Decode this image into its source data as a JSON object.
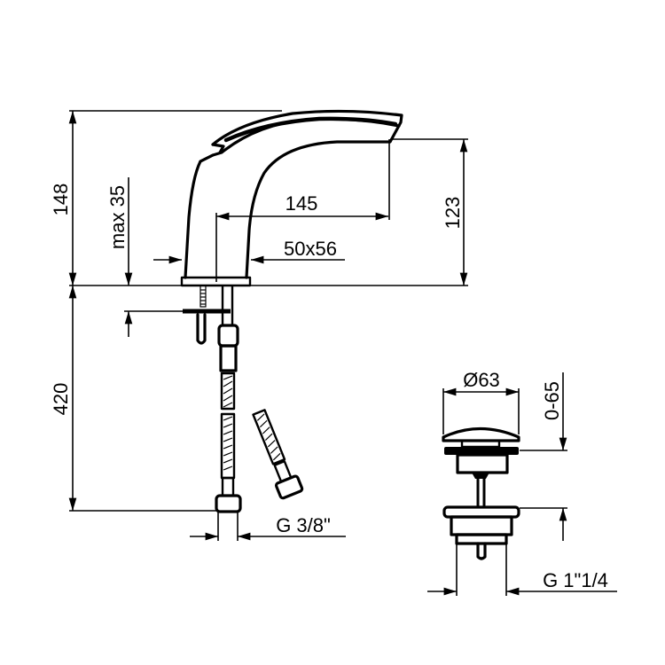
{
  "drawing": {
    "title": "Faucet technical dimension drawing",
    "components": [
      "basin-mixer",
      "flexible-hose",
      "pop-up-waste"
    ],
    "color": "#000000",
    "background": "#ffffff"
  },
  "dimensions": {
    "total_height": "148",
    "max_deck": "max 35",
    "spout_reach": "145",
    "base_size": "50x56",
    "spout_height": "123",
    "hose_length": "420",
    "hose_thread": "G 3/8\"",
    "waste_diameter": "Ø63",
    "waste_range": "0-65",
    "waste_thread": "G 1\"1/4"
  }
}
